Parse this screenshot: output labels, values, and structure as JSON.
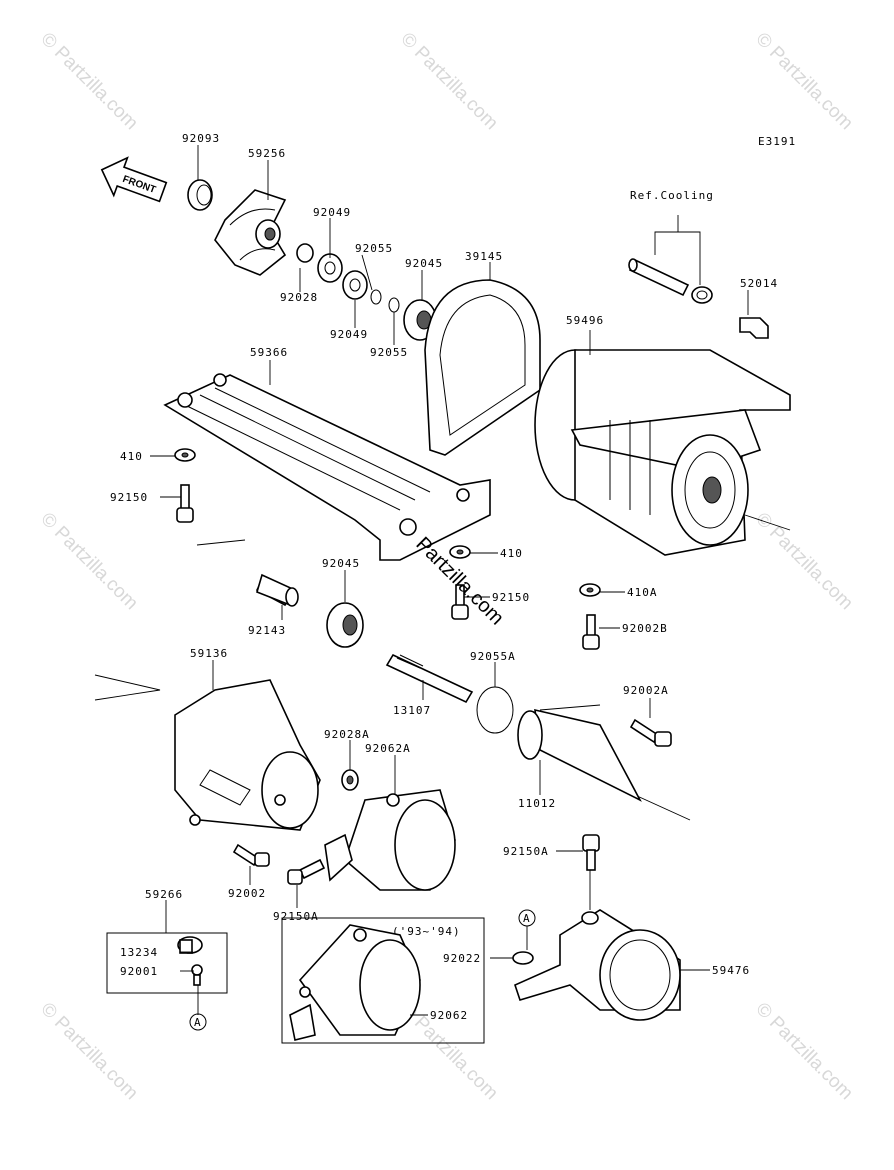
{
  "diagram_code": "E3191",
  "front_label": "FRONT",
  "ref_note": "Ref.Cooling",
  "year_note": "('93~'94)",
  "ref_marker": "A",
  "watermark": "© Partzilla.com",
  "watermark_center": "Partzilla.com",
  "parts": [
    {
      "id": "p92093",
      "label": "92093"
    },
    {
      "id": "p59256",
      "label": "59256"
    },
    {
      "id": "p92049a",
      "label": "92049"
    },
    {
      "id": "p92055a",
      "label": "92055"
    },
    {
      "id": "p92045a",
      "label": "92045"
    },
    {
      "id": "p39145",
      "label": "39145"
    },
    {
      "id": "p92028",
      "label": "92028"
    },
    {
      "id": "p92049b",
      "label": "92049"
    },
    {
      "id": "p92055b",
      "label": "92055"
    },
    {
      "id": "p52014",
      "label": "52014"
    },
    {
      "id": "p59496",
      "label": "59496"
    },
    {
      "id": "p59366",
      "label": "59366"
    },
    {
      "id": "p410a",
      "label": "410"
    },
    {
      "id": "p92150a",
      "label": "92150"
    },
    {
      "id": "p410b",
      "label": "410"
    },
    {
      "id": "p92045b",
      "label": "92045"
    },
    {
      "id": "p92150b",
      "label": "92150"
    },
    {
      "id": "p410A",
      "label": "410A"
    },
    {
      "id": "p92143",
      "label": "92143"
    },
    {
      "id": "p92002B",
      "label": "92002B"
    },
    {
      "id": "p92055A",
      "label": "92055A"
    },
    {
      "id": "p59136",
      "label": "59136"
    },
    {
      "id": "p13107",
      "label": "13107"
    },
    {
      "id": "p92002A",
      "label": "92002A"
    },
    {
      "id": "p92028A",
      "label": "92028A"
    },
    {
      "id": "p92062A",
      "label": "92062A"
    },
    {
      "id": "p11012",
      "label": "11012"
    },
    {
      "id": "p92150A1",
      "label": "92150A"
    },
    {
      "id": "p92002",
      "label": "92002"
    },
    {
      "id": "p92150A2",
      "label": "92150A"
    },
    {
      "id": "p59266",
      "label": "59266"
    },
    {
      "id": "p13234",
      "label": "13234"
    },
    {
      "id": "p92001",
      "label": "92001"
    },
    {
      "id": "p92022",
      "label": "92022"
    },
    {
      "id": "p59476",
      "label": "59476"
    },
    {
      "id": "p92062",
      "label": "92062"
    }
  ]
}
